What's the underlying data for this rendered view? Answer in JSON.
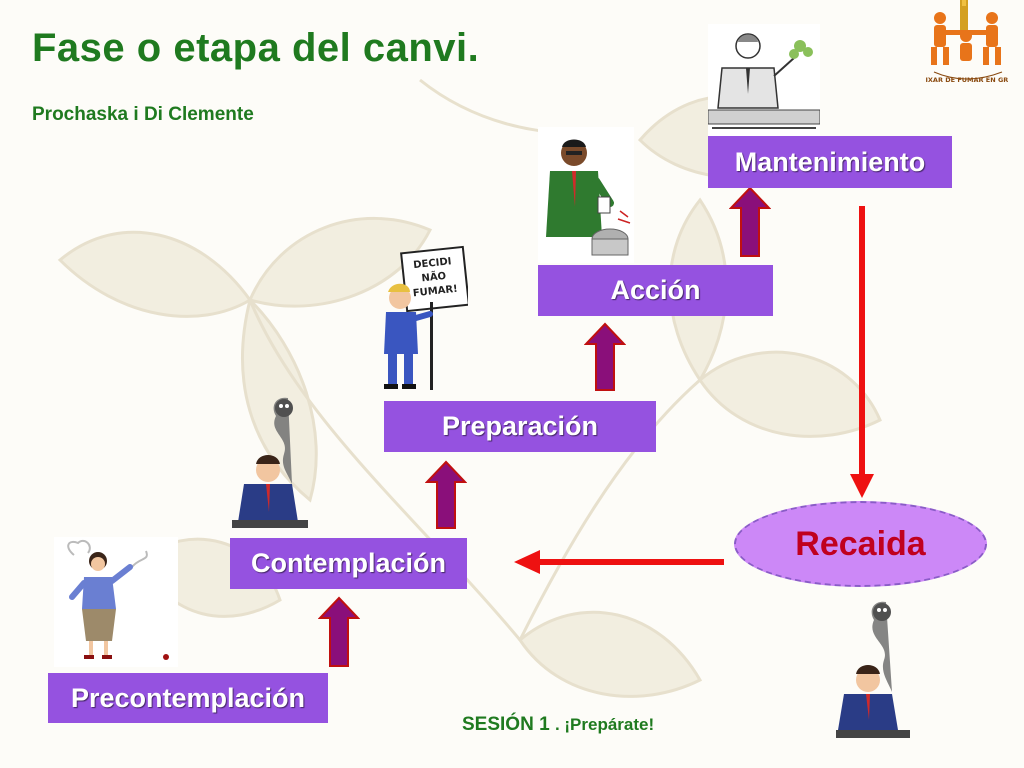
{
  "slide": {
    "title": "Fase o etapa del canvi.",
    "subtitle": "Prochaska i Di Clemente"
  },
  "stages": {
    "precontemplation": "Precontemplación",
    "contemplation": "Contemplación",
    "preparation": "Preparación",
    "action": "Acción",
    "maintenance": "Mantenimiento"
  },
  "relapse": {
    "label": "Recaida"
  },
  "sign": {
    "line1": "DECIDI",
    "line2": "NÃO",
    "line3": "FUMAR!"
  },
  "logo": {
    "text": "DEIXAR DE FUMAR EN GRUP"
  },
  "footer": {
    "session": "SESIÓN 1",
    "tagline": ". ¡Prepárate!"
  },
  "colors": {
    "stage_box": "#9552e0",
    "up_arrow": "#8a0f7a",
    "red_arrow": "#ee1111",
    "relapse_fill": "#cc88f7",
    "relapse_text": "#c0001e",
    "title_green": "#1f7a1f"
  }
}
